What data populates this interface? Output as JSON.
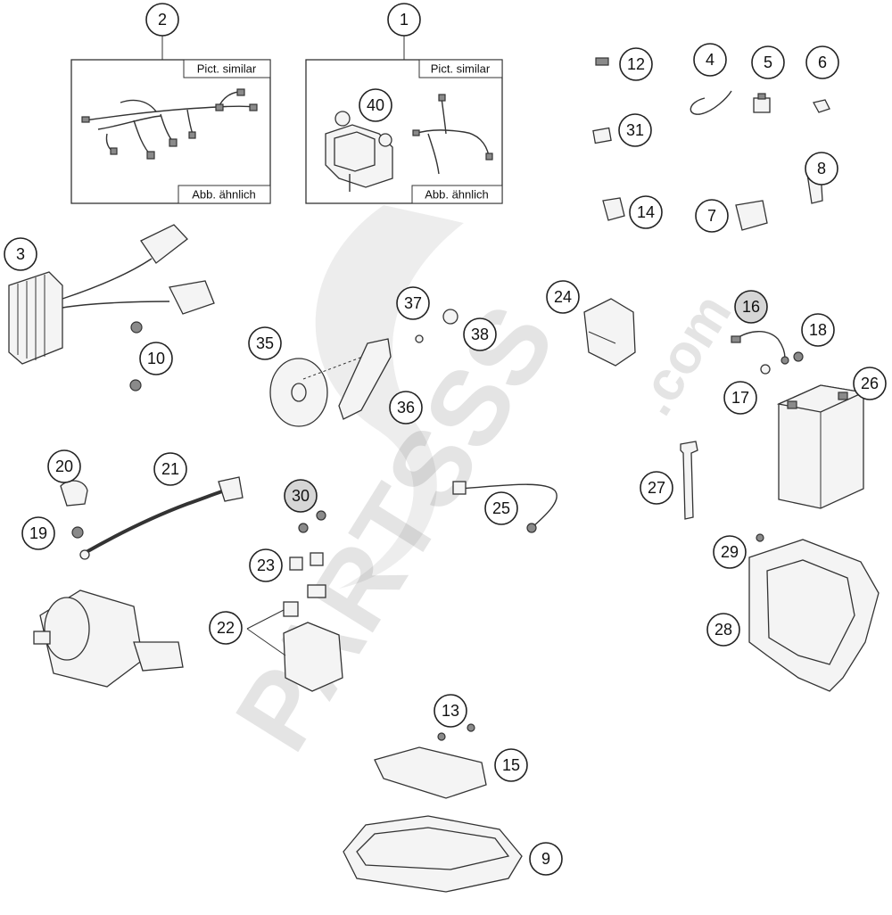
{
  "callouts": [
    "1",
    "2",
    "3",
    "4",
    "5",
    "6",
    "7",
    "8",
    "9",
    "10",
    "12",
    "13",
    "14",
    "15",
    "16",
    "17",
    "18",
    "19",
    "20",
    "21",
    "22",
    "23",
    "24",
    "25",
    "26",
    "27",
    "28",
    "29",
    "30",
    "31",
    "35",
    "36",
    "37",
    "38",
    "40"
  ],
  "insets": {
    "harness": {
      "note_top": "Pict. similar",
      "note_bottom": "Abb. ähnlich"
    },
    "relay_harness": {
      "note_top": "Pict. similar",
      "note_bottom": "Abb. ähnlich"
    }
  },
  "watermark": {
    "brand": "PARTSSS",
    "suffix": ".com"
  }
}
